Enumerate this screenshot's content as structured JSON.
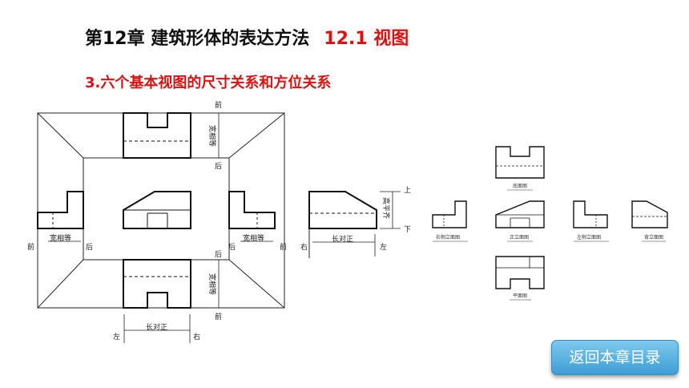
{
  "header": {
    "chapter_title": "第12章 建筑形体的表达方法",
    "section": "12.1 视图",
    "subtitle": "3.六个基本视图的尺寸关系和方位关系"
  },
  "left_diagram": {
    "front": "前",
    "back": "后",
    "left": "左",
    "right": "右",
    "top": "上",
    "bottom": "下",
    "width_equal": "宽相等",
    "length_align": "长对正",
    "height_level": "高平齐"
  },
  "right_diagram": {
    "bottom_view": "底面图",
    "right_side_view": "右侧立面图",
    "front_view": "正立面图",
    "left_side_view": "左侧立面图",
    "back_view": "背立面图",
    "plan_view": "平面图"
  },
  "buttons": {
    "back_to_contents": "返回本章目录"
  }
}
